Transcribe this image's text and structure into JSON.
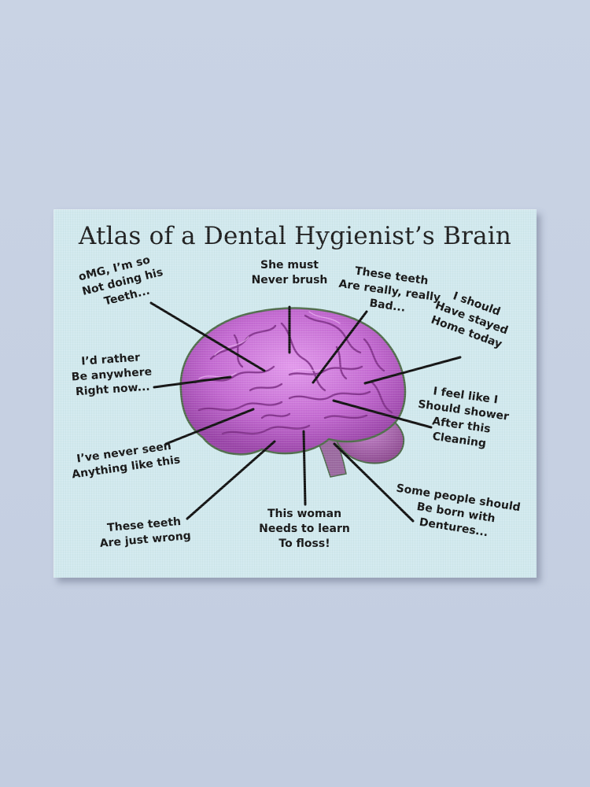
{
  "title": "Atlas of a Dental Hygienist’s Brain",
  "colors": {
    "wall": "#c7d1e3",
    "canvas": "#d1e9ee",
    "brain": "#c46ad2",
    "brain_dark": "#7d2c86",
    "text": "#141414"
  },
  "labels": [
    {
      "lines": [
        "oMG, I’m so",
        "Not doing his",
        "Teeth..."
      ]
    },
    {
      "lines": [
        "She must",
        "Never brush"
      ]
    },
    {
      "lines": [
        "These teeth",
        "Are really, really",
        "Bad..."
      ]
    },
    {
      "lines": [
        "I should",
        "Have stayed",
        "Home today"
      ]
    },
    {
      "lines": [
        "I’d rather",
        "Be anywhere",
        "Right now..."
      ]
    },
    {
      "lines": [
        "I feel like I",
        "Should shower",
        "After this",
        "Cleaning"
      ]
    },
    {
      "lines": [
        "I’ve never seen",
        "Anything like this"
      ]
    },
    {
      "lines": [
        "These teeth",
        "Are just wrong"
      ]
    },
    {
      "lines": [
        "This woman",
        "Needs to learn",
        "To floss!"
      ]
    },
    {
      "lines": [
        "Some people should",
        "Be born with",
        "Dentures..."
      ]
    }
  ]
}
